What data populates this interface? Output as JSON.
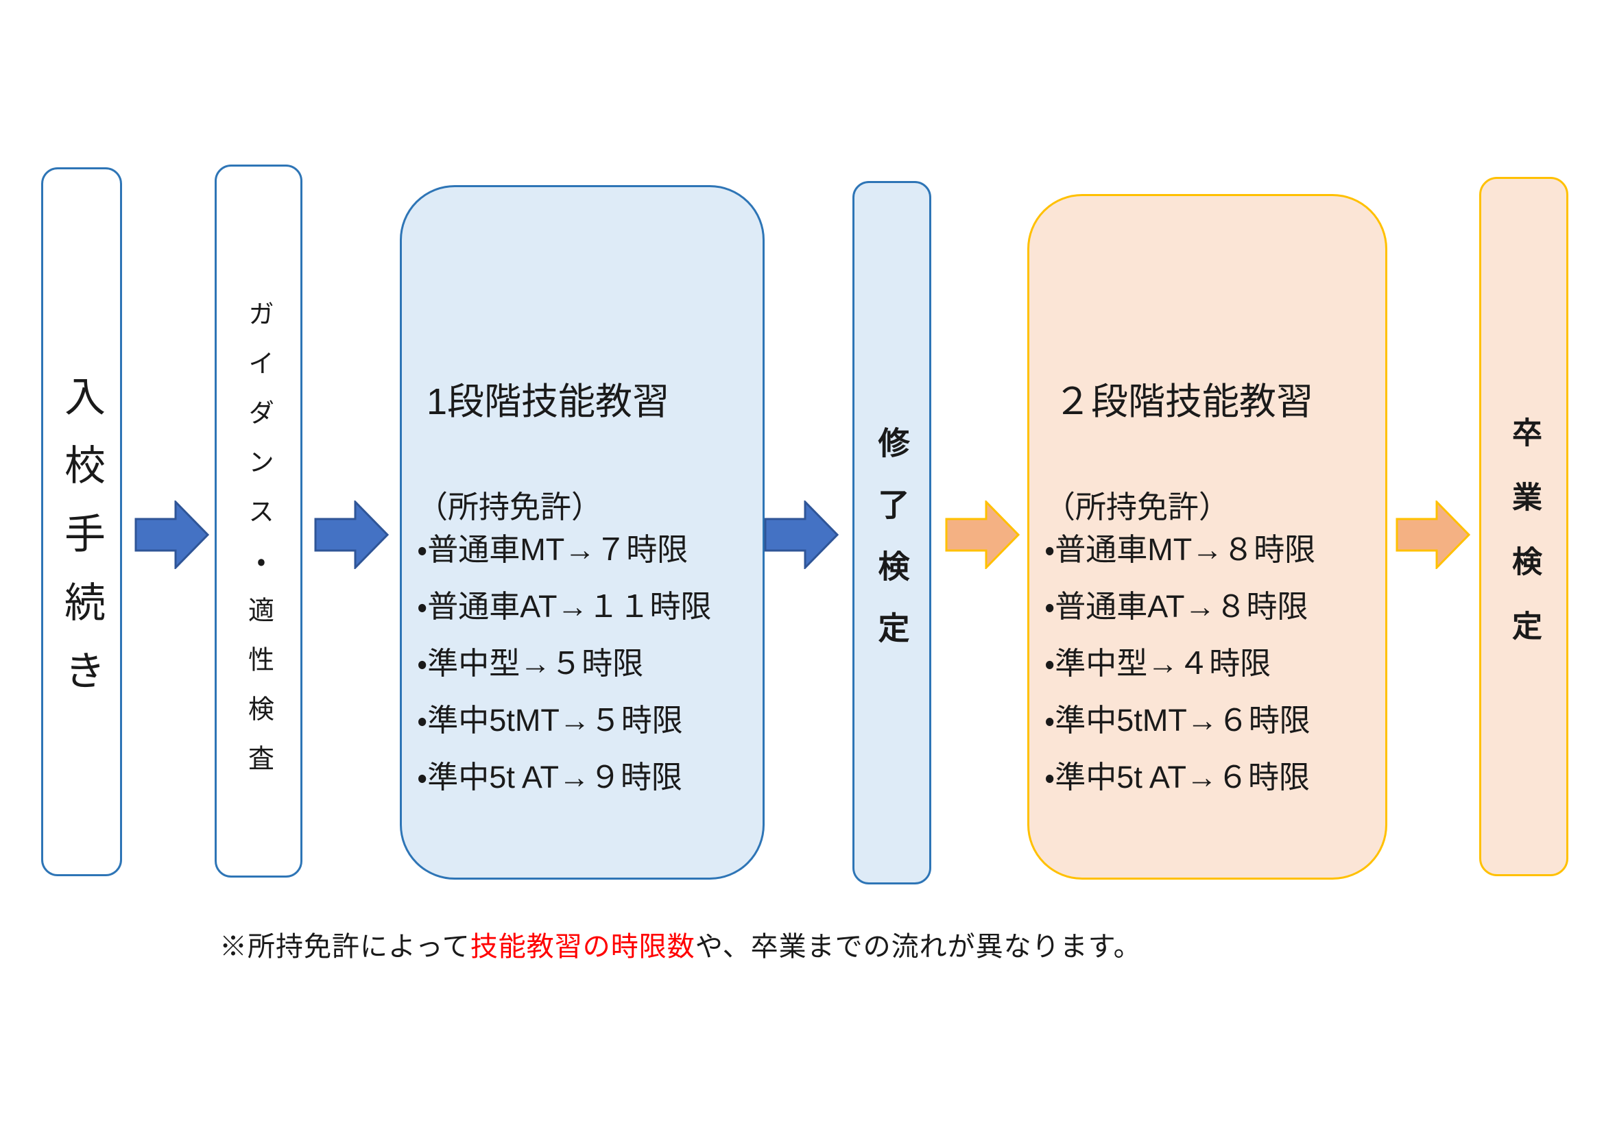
{
  "flow": {
    "steps": [
      {
        "id": "entry",
        "label": "入校手続き"
      },
      {
        "id": "guidance",
        "label": "ガイダンス・適性検査"
      },
      {
        "id": "stage1",
        "title": "1段階技能教習",
        "subtitle": "（所持免許）",
        "items": [
          "・普通車MT→７時限",
          "・普通車AT→１１時限",
          "・準中型→５時限",
          "・準中5tMT→５時限",
          "・準中5t AT→９時限"
        ]
      },
      {
        "id": "completion-exam",
        "label": "修了検定"
      },
      {
        "id": "stage2",
        "title": "２段階技能教習",
        "subtitle": "（所持免許）",
        "items": [
          "・普通車MT→８時限",
          "・普通車AT→８時限",
          "・準中型→４時限",
          "・準中5tMT→６時限",
          "・準中5t AT→６時限"
        ]
      },
      {
        "id": "graduation-exam",
        "label": "卒業検定"
      }
    ]
  },
  "note": {
    "prefix": "※所持免許によって",
    "highlight": "技能教習の時限数",
    "suffix": "や、卒業までの流れが異なります。"
  },
  "colors": {
    "blue-border": "#2E75B6",
    "blue-fill": "#DEEBF7",
    "arrow-blue-fill": "#4472C4",
    "arrow-blue-stroke": "#2F5597",
    "gold-border": "#FFC000",
    "peach-fill": "#FBE5D6",
    "arrow-orange-fill": "#F4B183",
    "arrow-orange-stroke": "#FFC000",
    "ink": "#1A1A1A",
    "red": "#FF0000",
    "bg": "#FFFFFF"
  }
}
